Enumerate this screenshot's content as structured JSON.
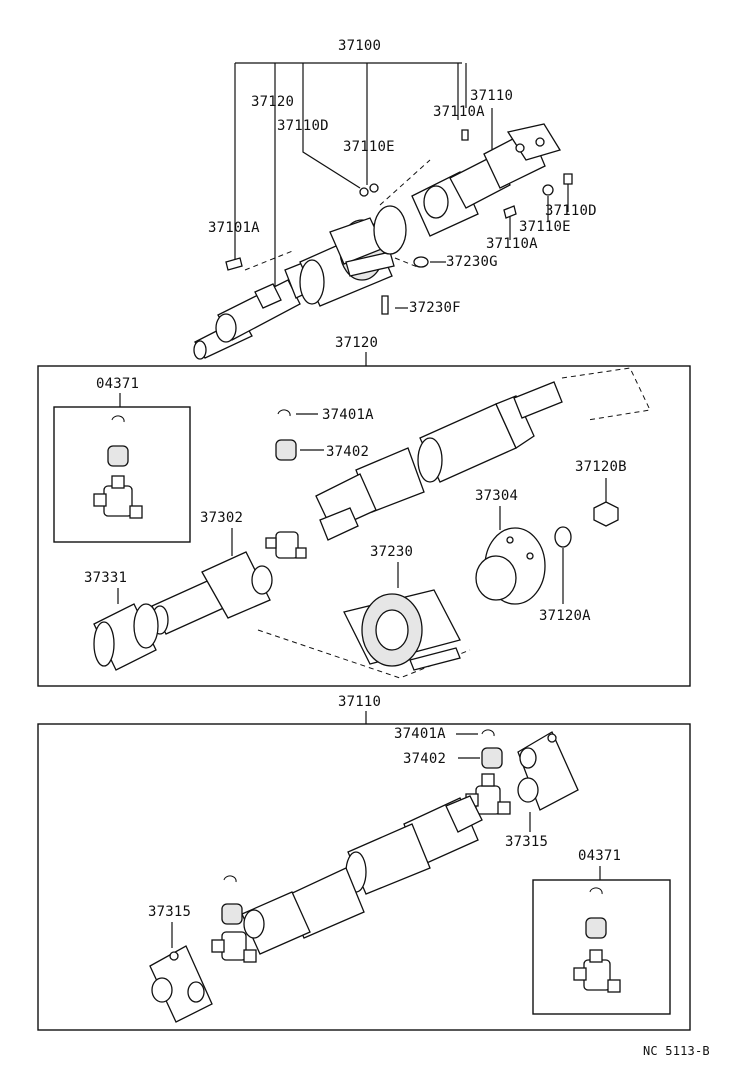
{
  "diagram": {
    "assembly_top": {
      "label_37100": "37100",
      "label_37120": "37120",
      "label_37110": "37110",
      "label_37110A_top": "37110A",
      "label_37110D_top": "37110D",
      "label_37110E_top": "37110E",
      "label_37101A": "37101A",
      "label_37230G": "37230G",
      "label_37230F": "37230F",
      "label_37110D_right": "37110D",
      "label_37110E_right": "37110E",
      "label_37110A_right": "37110A"
    },
    "panel_37120": {
      "title": "37120",
      "label_04371": "04371",
      "label_37401A": "37401A",
      "label_37402": "37402",
      "label_37120B": "37120B",
      "label_37304": "37304",
      "label_37302": "37302",
      "label_37331": "37331",
      "label_37230": "37230",
      "label_37120A": "37120A"
    },
    "panel_37110": {
      "title": "37110",
      "label_37401A": "37401A",
      "label_37402": "37402",
      "label_37315_right": "37315",
      "label_04371": "04371",
      "label_37315_left": "37315"
    },
    "footer_code": "NC 5113-B"
  }
}
